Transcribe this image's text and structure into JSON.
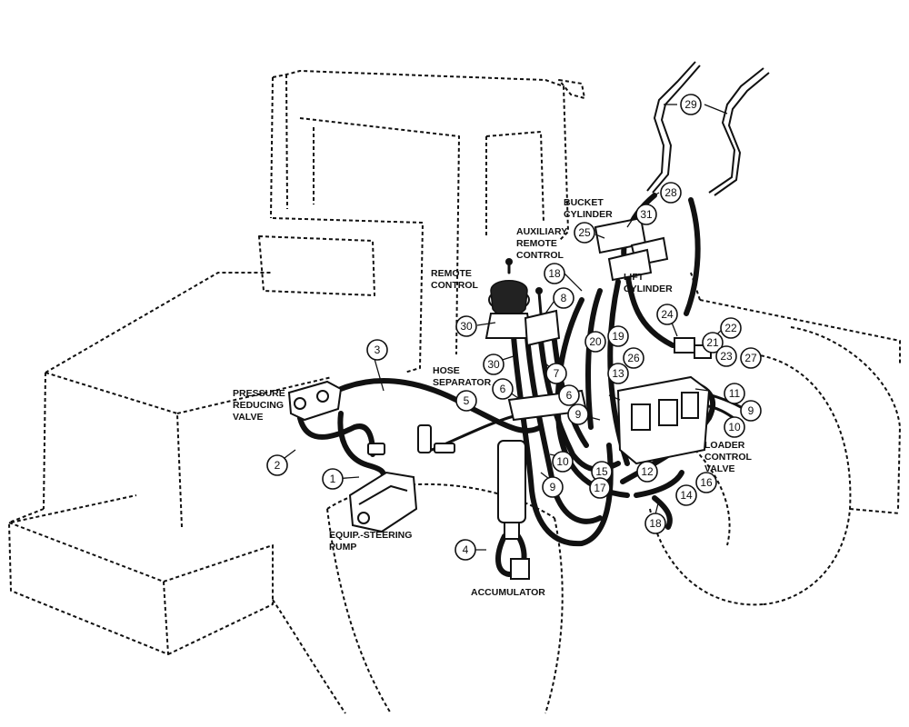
{
  "labels": {
    "remote_control": [
      "REMOTE",
      "CONTROL"
    ],
    "hose_separator": [
      "HOSE",
      "SEPARATOR"
    ],
    "pressure_reducing_valve": [
      "PRESSURE",
      "REDUCING",
      "VALVE"
    ],
    "equip_steering_pump": [
      "EQUIP.-STEERING",
      "PUMP"
    ],
    "accumulator": [
      "ACCUMULATOR"
    ],
    "bucket_cylinder": [
      "BUCKET",
      "CYLINDER"
    ],
    "auxiliary_remote_control": [
      "AUXILIARY",
      "REMOTE",
      "CONTROL"
    ],
    "lift_cylinder": [
      "LIFT",
      "CYLINDER"
    ],
    "loader_control_valve": [
      "LOADER",
      "CONTROL",
      "VALVE"
    ]
  },
  "callouts": [
    "29",
    "28",
    "31",
    "25",
    "18",
    "8",
    "30",
    "24",
    "22",
    "20",
    "19",
    "21",
    "26",
    "23",
    "27",
    "3",
    "30",
    "7",
    "11",
    "6",
    "13",
    "6",
    "9",
    "5",
    "9",
    "10",
    "2",
    "10",
    "1",
    "15",
    "12",
    "9",
    "17",
    "16",
    "14",
    "18",
    "4"
  ]
}
